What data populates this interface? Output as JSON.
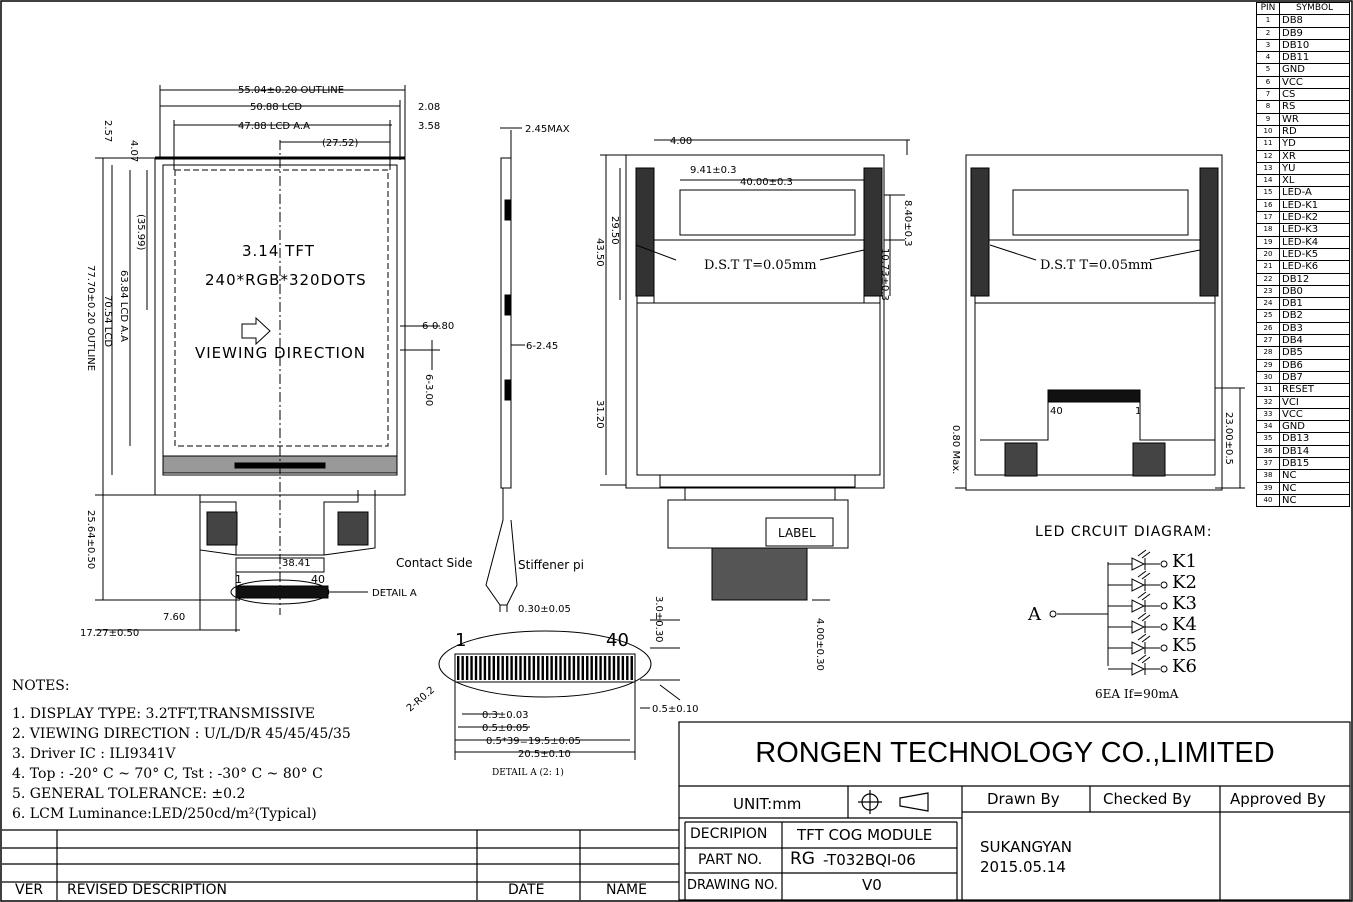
{
  "front_view": {
    "outline_w": "55.04±0.20 OUTLINE",
    "lcd_w": "50.88 LCD",
    "lcd_aa_w": "47.88 LCD A.A",
    "dim_2752": "(27.52)",
    "dim_208": "2.08",
    "dim_358": "3.58",
    "dim_407": "4.07",
    "dim_257": "2.57",
    "dim_3599": "(35.99)",
    "dim_6384": "63.84 LCD A.A",
    "dim_7054": "70.54 LCD",
    "dim_7770": "77.70±0.20 OUTLINE",
    "dim_2564": "25.64±0.50",
    "dim_1727": "17.27±0.50",
    "dim_760": "7.60",
    "dim_3841": "38.41",
    "dim_6080": "6-0.80",
    "dim_6300": "6-3.00",
    "panel_line1": "3.14 TFT",
    "panel_line2": "240*RGB*320DOTS",
    "viewing": "VIEWING DIRECTION",
    "pin1": "1",
    "pin40": "40",
    "detail": "DETAIL A"
  },
  "side_view": {
    "max": "2.45MAX",
    "dim_6245": "6-2.45",
    "contact": "Contact Side",
    "stiffener": "Stiffener pi",
    "dim_030": "0.30±0.05"
  },
  "back_view": {
    "dim_400": "4.00",
    "dim_941": "9.41±0.3",
    "dim_4000": "40.00±0.3",
    "dim_840": "8.40±0.3",
    "dim_1073": "10.73±0.3",
    "dim_2950": "29.50",
    "dim_4350": "43.50",
    "dim_3120": "31.20",
    "dst": "D.S.T  T=0.05mm",
    "label": "LABEL",
    "dim_400b": "4.00±0.30",
    "dim_30": "3.0±0.30"
  },
  "back_view2": {
    "dst": "D.S.T  T=0.05mm",
    "dim_2300": "23.00±0.5",
    "dim_080": "0.80 Max.",
    "pin40": "40",
    "pin1": "1"
  },
  "detail_a": {
    "pin1": "1",
    "pin40": "40",
    "r02": "2-R0.2",
    "dim_03": "0.3±0.03",
    "dim_05": "0.5±0.05",
    "dim_195": "0.5*39=19.5±0.05",
    "dim_205": "20.5±0.10",
    "dim_05b": "0.5±0.10",
    "caption": "DETAIL A  (2: 1)"
  },
  "led": {
    "title": "LED CRCUIT DIAGRAM:",
    "anode": "A",
    "k1": "K1",
    "k2": "K2",
    "k3": "K3",
    "k4": "K4",
    "k5": "K5",
    "k6": "K6",
    "note": "6EA   If=90mA"
  },
  "pins": {
    "header_pin": "PIN",
    "header_symbol": "SYMBOL",
    "rows": [
      [
        "1",
        "DB8"
      ],
      [
        "2",
        "DB9"
      ],
      [
        "3",
        "DB10"
      ],
      [
        "4",
        "DB11"
      ],
      [
        "5",
        "GND"
      ],
      [
        "6",
        "VCC"
      ],
      [
        "7",
        "CS"
      ],
      [
        "8",
        "RS"
      ],
      [
        "9",
        "WR"
      ],
      [
        "10",
        "RD"
      ],
      [
        "11",
        "YD"
      ],
      [
        "12",
        "XR"
      ],
      [
        "13",
        "YU"
      ],
      [
        "14",
        "XL"
      ],
      [
        "15",
        "LED-A"
      ],
      [
        "16",
        "LED-K1"
      ],
      [
        "17",
        "LED-K2"
      ],
      [
        "18",
        "LED-K3"
      ],
      [
        "19",
        "LED-K4"
      ],
      [
        "20",
        "LED-K5"
      ],
      [
        "21",
        "LED-K6"
      ],
      [
        "22",
        "DB12"
      ],
      [
        "23",
        "DB0"
      ],
      [
        "24",
        "DB1"
      ],
      [
        "25",
        "DB2"
      ],
      [
        "26",
        "DB3"
      ],
      [
        "27",
        "DB4"
      ],
      [
        "28",
        "DB5"
      ],
      [
        "29",
        "DB6"
      ],
      [
        "30",
        "DB7"
      ],
      [
        "31",
        "RESET"
      ],
      [
        "32",
        "VCI"
      ],
      [
        "33",
        "VCC"
      ],
      [
        "34",
        "GND"
      ],
      [
        "35",
        "DB13"
      ],
      [
        "36",
        "DB14"
      ],
      [
        "37",
        "DB15"
      ],
      [
        "38",
        "NC"
      ],
      [
        "39",
        "NC"
      ],
      [
        "40",
        "NC"
      ]
    ]
  },
  "notes": {
    "title": "NOTES:",
    "items": [
      "1. DISPLAY TYPE: 3.2TFT,TRANSMISSIVE",
      "2. VIEWING DIRECTION : U/L/D/R 45/45/45/35",
      "3. Driver IC : ILI9341V",
      "4. Top : -20° C ~ 70° C, Tst : -30° C ~ 80° C",
      "5. GENERAL TOLERANCE: ±0.2",
      "6. LCM Luminance:LED/250cd/m²(Typical)"
    ]
  },
  "title_block": {
    "company": "RONGEN TECHNOLOGY CO.,LIMITED",
    "unit": "UNIT:mm",
    "drawn_by": "Drawn By",
    "checked_by": "Checked By",
    "approved_by": "Approved By",
    "description_label": "DECRIPION",
    "description": "TFT COG MODULE",
    "part_label": "PART NO.",
    "part_no_prefix": "RG",
    "part_no": "-T032BQI-06",
    "drawing_label": "DRAWING NO.",
    "drawing_no": "V0",
    "drawer": "SUKANGYAN",
    "date": "2015.05.14"
  },
  "revision": {
    "ver": "VER",
    "desc": "REVISED DESCRIPTION",
    "date": "DATE",
    "name": "NAME"
  }
}
